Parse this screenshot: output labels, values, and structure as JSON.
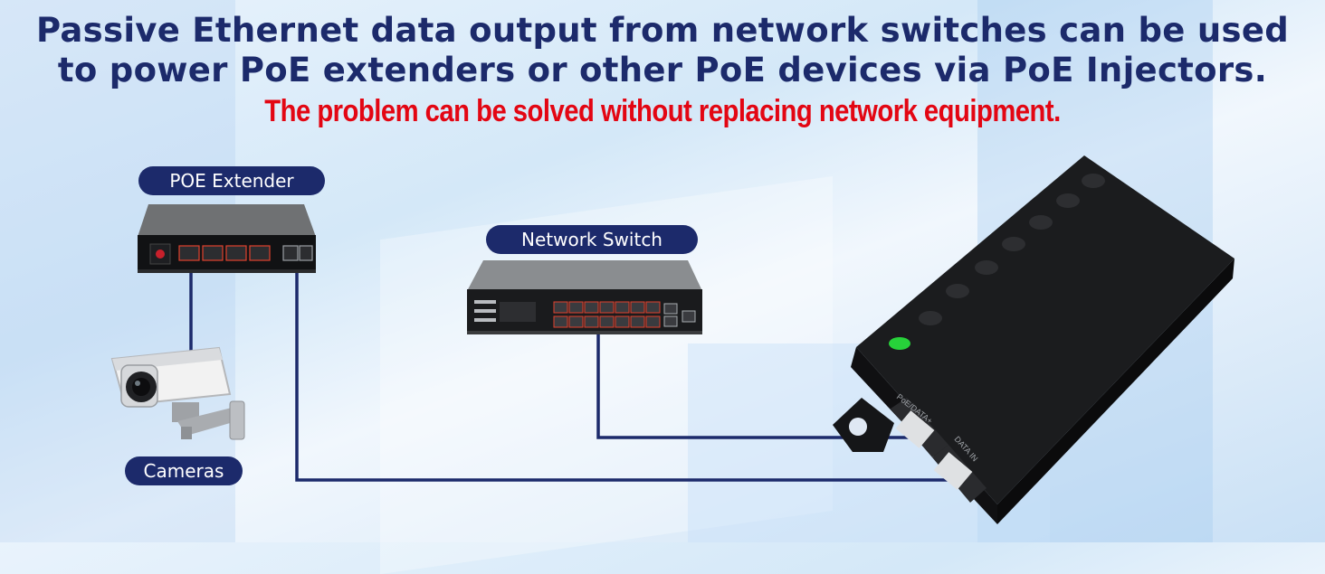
{
  "header": {
    "line1": "Passive Ethernet data output from network switches can be used",
    "line2": "to power PoE extenders or other PoE devices via PoE Injectors.",
    "subline": "The problem can be solved without replacing network equipment."
  },
  "labels": {
    "poe_extender": "POE Extender",
    "network_switch": "Network Switch",
    "cameras": "Cameras"
  },
  "device_text": {
    "injector_port_1": "PoE/DATA+",
    "injector_port_2": "DATA IN"
  },
  "colors": {
    "title": "#1c2a6b",
    "subtitle": "#e30613",
    "pill": "#1c2a6b",
    "cable": "#1c2a6b",
    "led": "#27d23a"
  }
}
